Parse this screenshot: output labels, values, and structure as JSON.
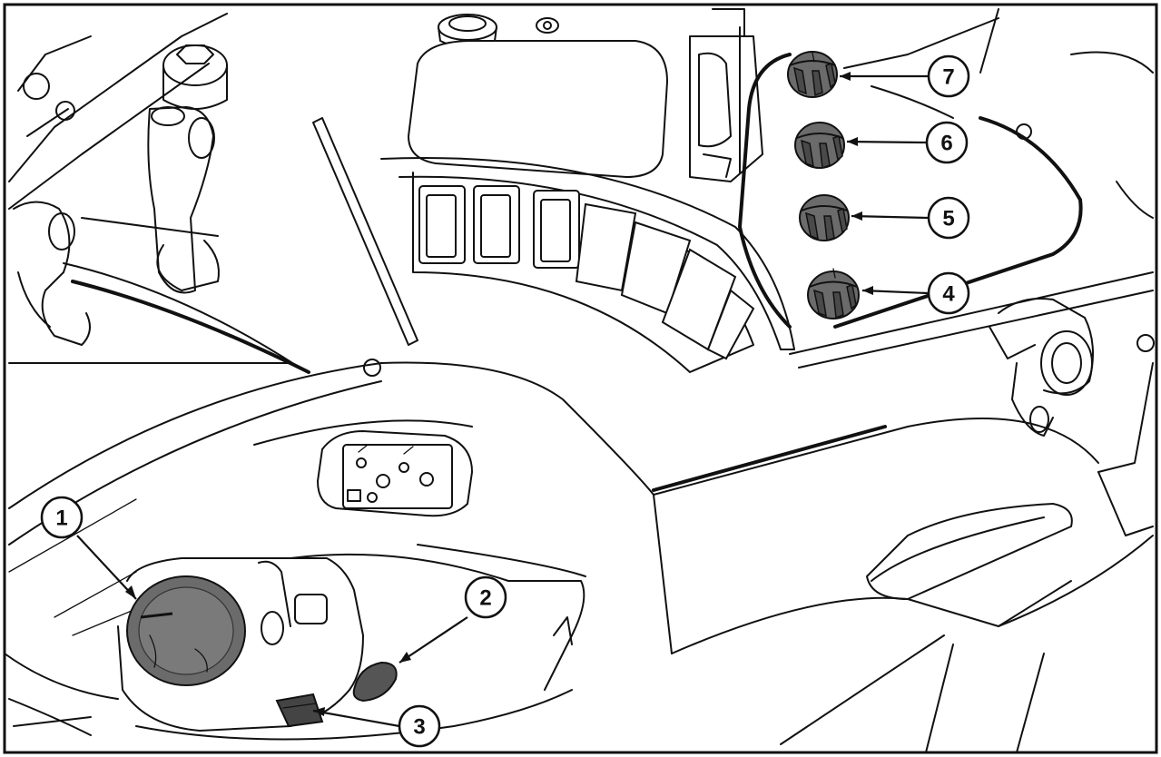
{
  "figure": {
    "callouts": [
      {
        "id": "1",
        "label": "1",
        "part": "large-rotary-knob"
      },
      {
        "id": "2",
        "label": "2",
        "part": "oval-button"
      },
      {
        "id": "3",
        "label": "3",
        "part": "small-switch"
      },
      {
        "id": "4",
        "label": "4",
        "part": "rotary-knob-4"
      },
      {
        "id": "5",
        "label": "5",
        "part": "rotary-knob-5"
      },
      {
        "id": "6",
        "label": "6",
        "part": "rotary-knob-6"
      },
      {
        "id": "7",
        "label": "7",
        "part": "rotary-knob-7"
      }
    ]
  },
  "colors": {
    "line": "#111111",
    "background": "#ffffff",
    "knob_fill": "#6b6b6b"
  }
}
